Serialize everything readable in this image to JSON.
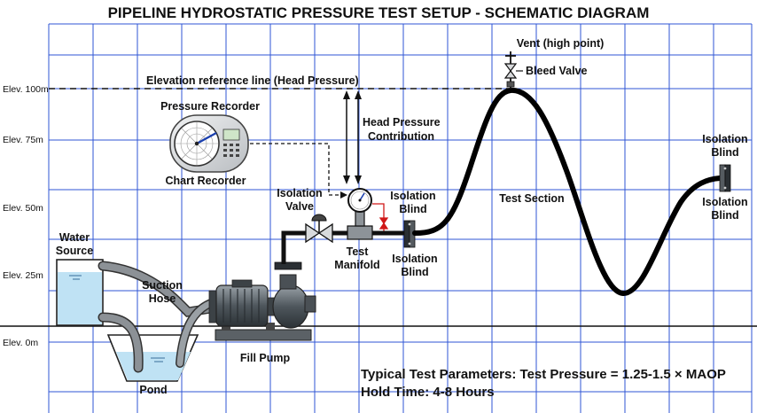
{
  "title": "PIPELINE HYDROSTATIC PRESSURE TEST SETUP - SCHEMATIC DIAGRAM",
  "elevations": {
    "e100": "Elev. 100m",
    "e75": "Elev. 75m",
    "e50": "Elev. 50m",
    "e25": "Elev. 25m",
    "e0": "Elev. 0m"
  },
  "labels": {
    "reference_line": "Elevation reference line (Head Pressure)",
    "head_pressure_1": "Head Pressure",
    "head_pressure_2": "Contribution",
    "pressure_recorder": "Pressure Recorder",
    "chart_recorder": "Chart Recorder",
    "vent": "Vent (high point)",
    "bleed_valve": "Bleed Valve",
    "isolation_valve_1": "Isolation",
    "isolation_valve_2": "Valve",
    "iso_blind_top_1": "Isolation",
    "iso_blind_top_2": "Blind",
    "iso_blind_bottom_1": "Isolation",
    "iso_blind_bottom_2": "Blind",
    "test_manifold_1": "Test",
    "test_manifold_2": "Manifold",
    "test_section": "Test Section",
    "right_blind_top_1": "Isolation",
    "right_blind_top_2": "Blind",
    "right_blind_bottom_1": "Isolation",
    "right_blind_bottom_2": "Blind",
    "water_source_1": "Water",
    "water_source_2": "Source",
    "suction_hose_1": "Suction",
    "suction_hose_2": "Hose",
    "pond": "Pond",
    "fill_pump": "Fill Pump"
  },
  "parameters": {
    "line1": "Typical Test Parameters: Test Pressure = 1.25-1.5 × MAOP",
    "line2": "Hold Time: 4-8 Hours"
  },
  "colors": {
    "grid": "#2f55d4",
    "pipe": "#000000",
    "water": "#bfe2f4",
    "relief": "#d01818",
    "gauge_needle": "#1a3fae"
  }
}
